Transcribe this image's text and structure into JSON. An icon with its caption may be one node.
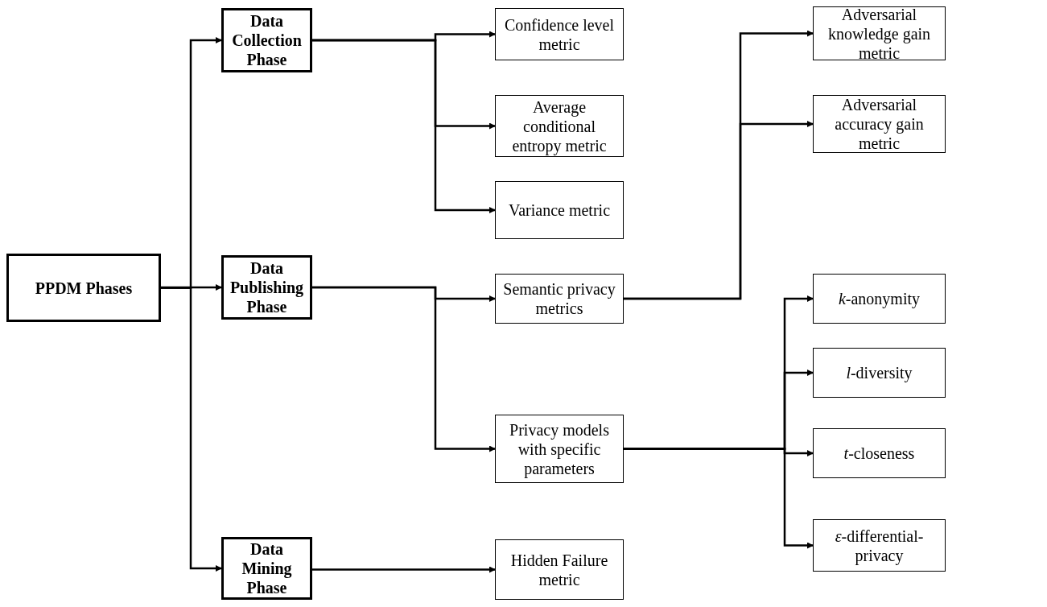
{
  "diagram": {
    "nodes": [
      {
        "text": [
          "PPDM Phases"
        ]
      },
      {
        "text": [
          "Data Collection Phase"
        ]
      },
      {
        "text": [
          "Data Publishing Phase"
        ]
      },
      {
        "text": [
          "Data Mining Phase"
        ]
      },
      {
        "text": [
          "Confidence level metric"
        ]
      },
      {
        "text": [
          "Average conditional entropy metric"
        ]
      },
      {
        "text": [
          "Variance metric"
        ]
      },
      {
        "text": [
          "Semantic privacy metrics"
        ]
      },
      {
        "text": [
          "Privacy models with specific parameters"
        ]
      },
      {
        "text": [
          "Hidden Failure metric"
        ]
      },
      {
        "text": [
          "Adversarial knowledge gain metric"
        ]
      },
      {
        "text": [
          "Adversarial accuracy gain metric"
        ]
      },
      {
        "text": [
          "*k*-anonymity"
        ]
      },
      {
        "text": [
          "*l*-diversity"
        ]
      },
      {
        "text": [
          "*t*-closeness"
        ]
      },
      {
        "text": [
          "*ε*-differential-privacy"
        ]
      }
    ],
    "edges": [
      {
        "from": 0,
        "to": 1,
        "arrow": "to"
      },
      {
        "from": 0,
        "to": 2,
        "arrow": "to"
      },
      {
        "from": 0,
        "to": 3,
        "arrow": "to"
      },
      {
        "from": 1,
        "to": 4,
        "arrow": "to"
      },
      {
        "from": 1,
        "to": 5,
        "arrow": "to"
      },
      {
        "from": 1,
        "to": 6,
        "arrow": "to"
      },
      {
        "from": 2,
        "to": 7,
        "arrow": "to"
      },
      {
        "from": 2,
        "to": 8,
        "arrow": "to"
      },
      {
        "from": 3,
        "to": 9,
        "arrow": "to"
      },
      {
        "from": 7,
        "to": 10,
        "arrow": "to"
      },
      {
        "from": 7,
        "to": 11,
        "arrow": "to"
      },
      {
        "from": 8,
        "to": 12,
        "arrow": "to"
      },
      {
        "from": 8,
        "to": 13,
        "arrow": "to"
      },
      {
        "from": 8,
        "to": 14,
        "arrow": "to"
      },
      {
        "from": 8,
        "to": 15,
        "arrow": "to"
      }
    ]
  }
}
